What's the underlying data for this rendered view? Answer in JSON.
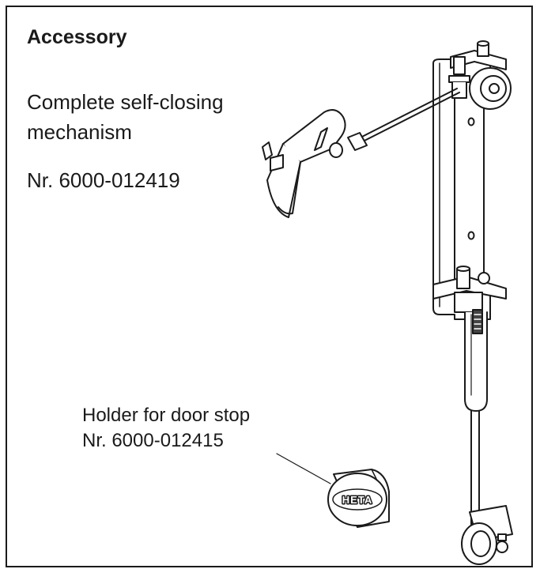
{
  "heading": "Accessory",
  "mechanism": {
    "description": "Complete self-closing mechanism",
    "part_number": "Nr. 6000-012419"
  },
  "door_stop_holder": {
    "label": "Holder for door stop",
    "part_number": "Nr. 6000-012415",
    "logo_text": "HETA"
  }
}
